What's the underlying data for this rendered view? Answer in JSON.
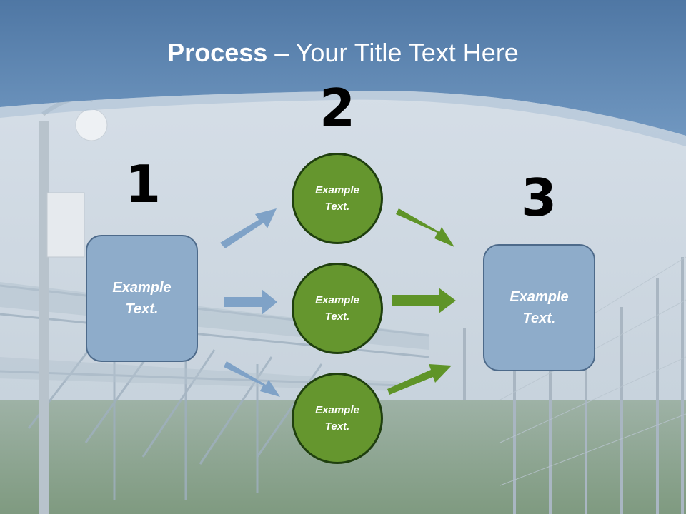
{
  "title": {
    "bold": "Process",
    "rest": " – Your Title Text Here"
  },
  "steps": [
    {
      "number": "1"
    },
    {
      "number": "2"
    },
    {
      "number": "3"
    }
  ],
  "left_box": {
    "text": "Example\nText."
  },
  "right_box": {
    "text": "Example\nText."
  },
  "circles": [
    {
      "text": "Example\nText."
    },
    {
      "text": "Example\nText."
    },
    {
      "text": "Example\nText."
    }
  ],
  "colors": {
    "header_blue": "#6d93bc",
    "box_fill": "#8eacca",
    "circle_fill": "#65962e",
    "arrow_blue": "#7fa2c7",
    "arrow_green": "#5f9428"
  }
}
